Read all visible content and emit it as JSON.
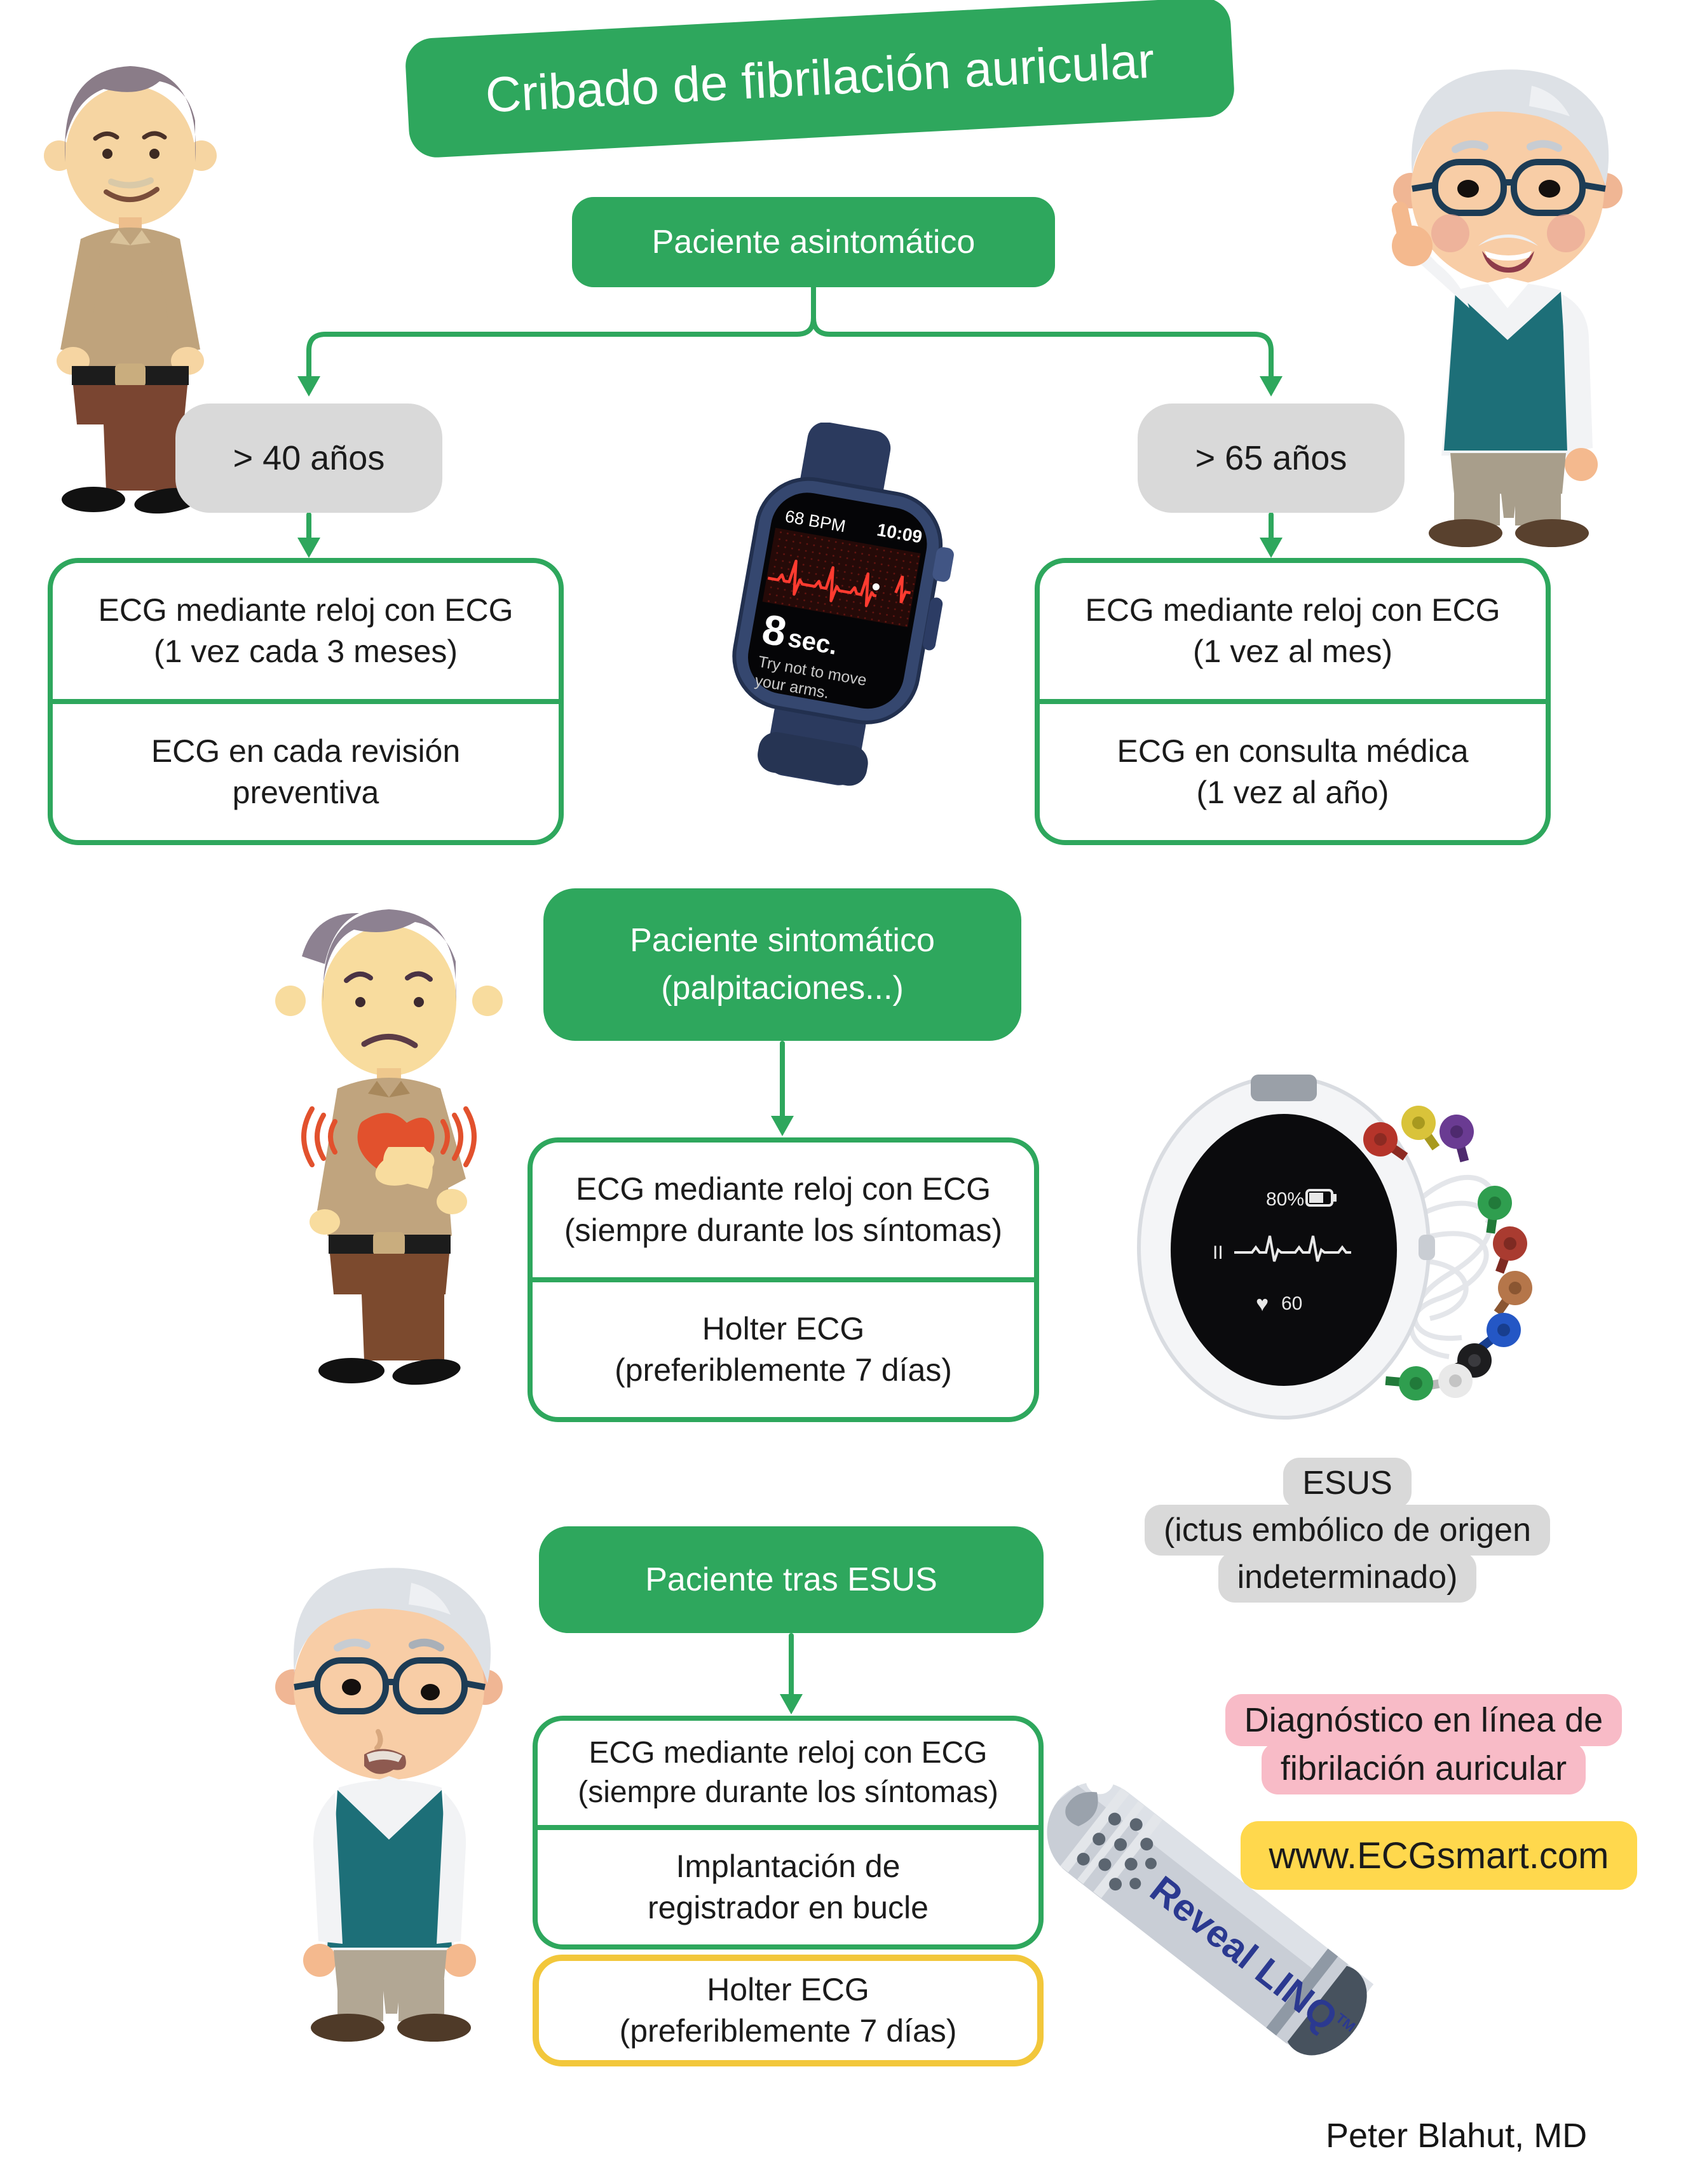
{
  "title": {
    "label": "Cribado de fibrilación auricular"
  },
  "colors": {
    "green": "#2EA75D",
    "gray": "#D9D9D9",
    "pink": "#F8BBC7",
    "yellow": "#FFD84D",
    "yellow_border": "#F2C73B",
    "ecg_red": "#FF3B30",
    "reveal_blue": "#2B3990"
  },
  "asymptomatic": {
    "header": "Paciente asintomático",
    "left": {
      "age": "> 40 años",
      "cell1_line1": "ECG mediante reloj con ECG",
      "cell1_line2": "(1 vez cada 3 meses)",
      "cell2_line1": "ECG en cada revisión",
      "cell2_line2": "preventiva"
    },
    "right": {
      "age": "> 65 años",
      "cell1_line1": "ECG mediante reloj con ECG",
      "cell1_line2": "(1 vez al mes)",
      "cell2_line1": "ECG en consulta médica",
      "cell2_line2": "(1 vez al año)"
    }
  },
  "symptomatic": {
    "header_line1": "Paciente sintomático",
    "header_line2": "(palpitaciones...)",
    "cell1_line1": "ECG mediante reloj con ECG",
    "cell1_line2": "(siempre durante los síntomas)",
    "cell2_line1": "Holter ECG",
    "cell2_line2": "(preferiblemente 7 días)"
  },
  "esus": {
    "header": "Paciente tras ESUS",
    "note_line1": "ESUS",
    "note_line2": "(ictus embólico de origen",
    "note_line3": "indeterminado)",
    "cell1_line1": "ECG mediante reloj con ECG",
    "cell1_line2": "(siempre durante los síntomas)",
    "cell2_line1": "Implantación de",
    "cell2_line2": "registrador en bucle",
    "holter_line1": "Holter ECG",
    "holter_line2": "(preferiblemente 7 días)"
  },
  "promo": {
    "pink_line1": "Diagnóstico en línea de",
    "pink_line2": "fibrilación auricular",
    "url": "www.ECGsmart.com"
  },
  "watch": {
    "bpm": "68 BPM",
    "time": "10:09",
    "duration_value": "8",
    "duration_unit": "sec.",
    "note_line1": "Try not to move",
    "note_line2": "your arms."
  },
  "holter_device": {
    "battery": "80%",
    "lead": "II",
    "heart_rate": "60"
  },
  "implant_device": {
    "brand": "Reveal LINQ",
    "tm": "TM"
  },
  "footer": {
    "credit": "Peter Blahut, MD"
  }
}
